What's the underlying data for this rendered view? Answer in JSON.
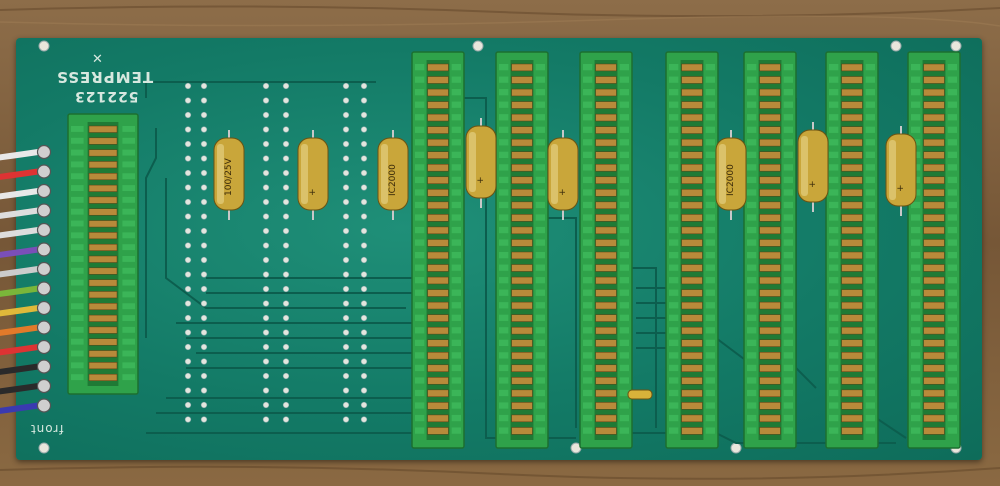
{
  "scene": {
    "description_labels": {
      "board_brand": "TEMPRESS",
      "board_part": "522123",
      "board_edge": "front",
      "logo_mark": "✕"
    }
  },
  "capacitors": [
    {
      "label": "100/25V"
    },
    {
      "label": "+"
    },
    {
      "label": "IC2000"
    },
    {
      "label": "+"
    },
    {
      "label": "+"
    },
    {
      "label": "IC2000"
    },
    {
      "label": "+"
    },
    {
      "label": "+"
    }
  ],
  "colors": {
    "board": "#137a66",
    "connector": "#2fa24a",
    "capacitor": "#c9a63a",
    "wood": "#7a5b3b"
  },
  "icons": {
    "connector": "edge-connector-icon",
    "capacitor": "tantalum-capacitor-icon"
  }
}
